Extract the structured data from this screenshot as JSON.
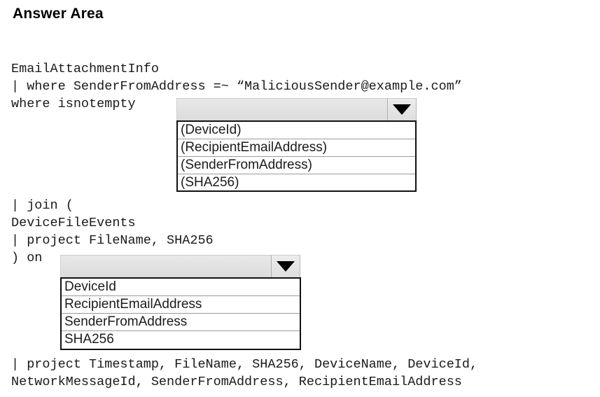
{
  "page": {
    "title": "Answer Area",
    "background_color": "#ffffff",
    "text_color": "#000000"
  },
  "query": {
    "block_1": "EmailAttachmentInfo\n| where SenderFromAddress =~ “MaliciousSender@example.com”\nwhere isnotempty",
    "block_2": "| join (\nDeviceFileEvents\n| project FileName, SHA256\n) on",
    "block_3": "| project Timestamp, FileName, SHA256, DeviceName, DeviceId,\nNetworkMessageId, SenderFromAddress, RecipientEmailAddress"
  },
  "dropdown_1": {
    "name": "isnotempty-column-dropdown",
    "selected_value": "",
    "expanded": true,
    "arrow_icon": "chevron-down-icon",
    "button_color": "#e3e3e3",
    "options": [
      "(DeviceId)",
      "(RecipientEmailAddress)",
      "(SenderFromAddress)",
      "(SHA256)"
    ]
  },
  "dropdown_2": {
    "name": "join-on-column-dropdown",
    "selected_value": "",
    "expanded": true,
    "arrow_icon": "chevron-down-icon",
    "button_color": "#e3e3e3",
    "options": [
      "DeviceId",
      "RecipientEmailAddress",
      "SenderFromAddress",
      "SHA256"
    ]
  }
}
